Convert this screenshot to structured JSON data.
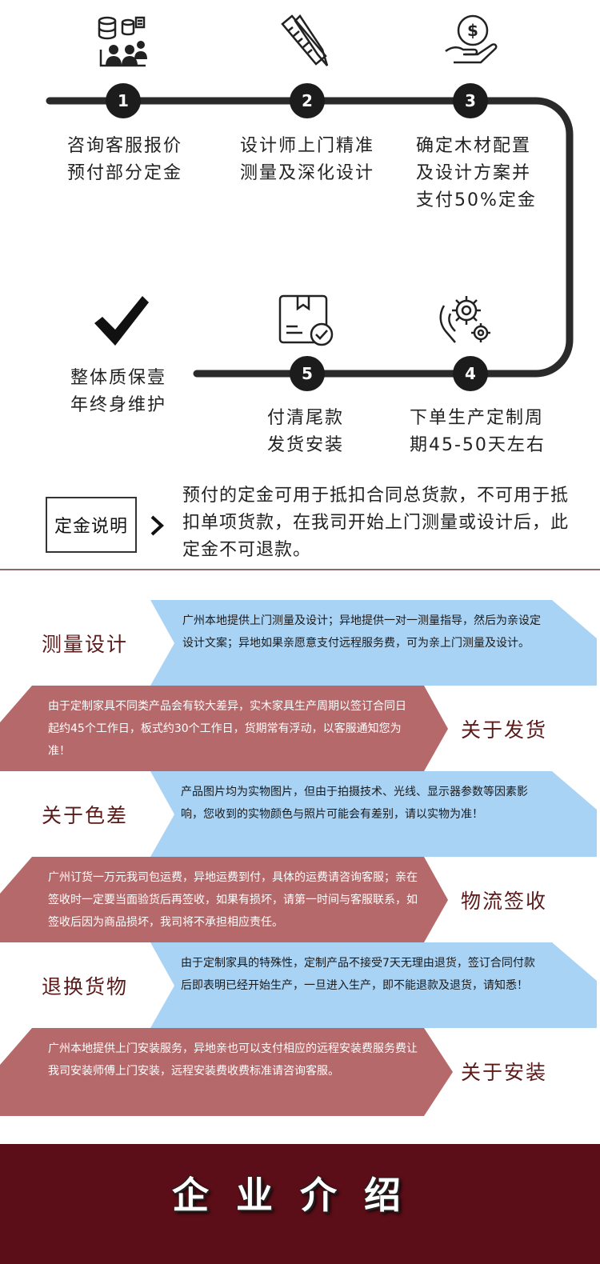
{
  "process": {
    "steps": [
      {
        "num": "1",
        "line1": "咨询客服报价",
        "line2": "预付部分定金",
        "line3": ""
      },
      {
        "num": "2",
        "line1": "设计师上门精准",
        "line2": "测量及深化设计",
        "line3": ""
      },
      {
        "num": "3",
        "line1": "确定木材配置",
        "line2": "及设计方案并",
        "line3": "支付50%定金"
      },
      {
        "num": "4",
        "line1": "下单生产定制周",
        "line2": "期45-50天左右",
        "line3": ""
      },
      {
        "num": "5",
        "line1": "付清尾款",
        "line2": "发货安装",
        "line3": ""
      },
      {
        "num": "",
        "line1": "整体质保壹",
        "line2": "年终身维护",
        "line3": ""
      }
    ],
    "icons": [
      "database-people-icon",
      "ruler-pencil-icon",
      "dollar-hand-icon",
      "gears-hand-icon",
      "box-check-icon",
      "checkmark-icon"
    ]
  },
  "deposit": {
    "label": "定金说明",
    "arrow": "›",
    "text": "预付的定金可用于抵扣合同总货款，不可用于抵扣单项货款，在我司开始上门测量或设计后，此定金不可退款。"
  },
  "policies": [
    {
      "title": "测量设计",
      "side": "right",
      "text": "广州本地提供上门测量及设计；异地提供一对一测量指导，然后为亲设定设计文案；异地如果亲愿意支付远程服务费，可为亲上门测量及设计。"
    },
    {
      "title": "关于发货",
      "side": "left",
      "text": "由于定制家具不同类产品会有较大差异，实木家具生产周期以签订合同日起约45个工作日，板式约30个工作日，货期常有浮动，以客服通知您为准！"
    },
    {
      "title": "关于色差",
      "side": "right",
      "text": "产品图片均为实物图片，但由于拍摄技术、光线、显示器参数等因素影响，您收到的实物颜色与照片可能会有差别，请以实物为准！"
    },
    {
      "title": "物流签收",
      "side": "left",
      "text": "广州订货一万元我司包运费，异地运费到付，具体的运费请咨询客服；亲在签收时一定要当面验货后再签收，如果有损坏，请第一时间与客服联系，如签收后因为商品损坏，我司将不承担相应责任。"
    },
    {
      "title": "退换货物",
      "side": "right",
      "text": "由于定制家具的特殊性，定制产品不接受7天无理由退货，签订合同付款后即表明已经开始生产，一旦进入生产，即不能退款及退货，请知悉！"
    },
    {
      "title": "关于安装",
      "side": "left",
      "text": "广州本地提供上门安装服务，异地亲也可以支付相应的远程安装费服务费让我司安装师傅上门安装，远程安装费收费标准请咨询客服。"
    }
  ],
  "colors": {
    "blue_band": "#a9d3f5",
    "rose_band": "#b5696a",
    "title_color": "#5a1a1a",
    "footer_bg": "#5b0e17"
  },
  "footer": {
    "title": "企业介绍"
  }
}
